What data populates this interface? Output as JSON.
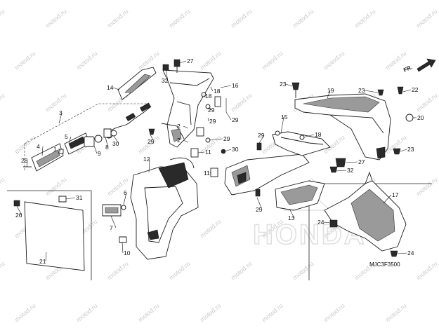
{
  "watermark": "motod.ru",
  "brand_watermark": "HONDA",
  "diagram_code": "MJC3F3500",
  "front_marker": "FR.",
  "callouts": [
    "1",
    "2",
    "3",
    "4",
    "5",
    "6",
    "7",
    "8",
    "9",
    "10",
    "11",
    "12",
    "13",
    "14",
    "15",
    "16",
    "17",
    "18",
    "19",
    "20",
    "21",
    "22",
    "23",
    "24",
    "25",
    "26",
    "27",
    "28",
    "29",
    "30",
    "31",
    "32"
  ]
}
